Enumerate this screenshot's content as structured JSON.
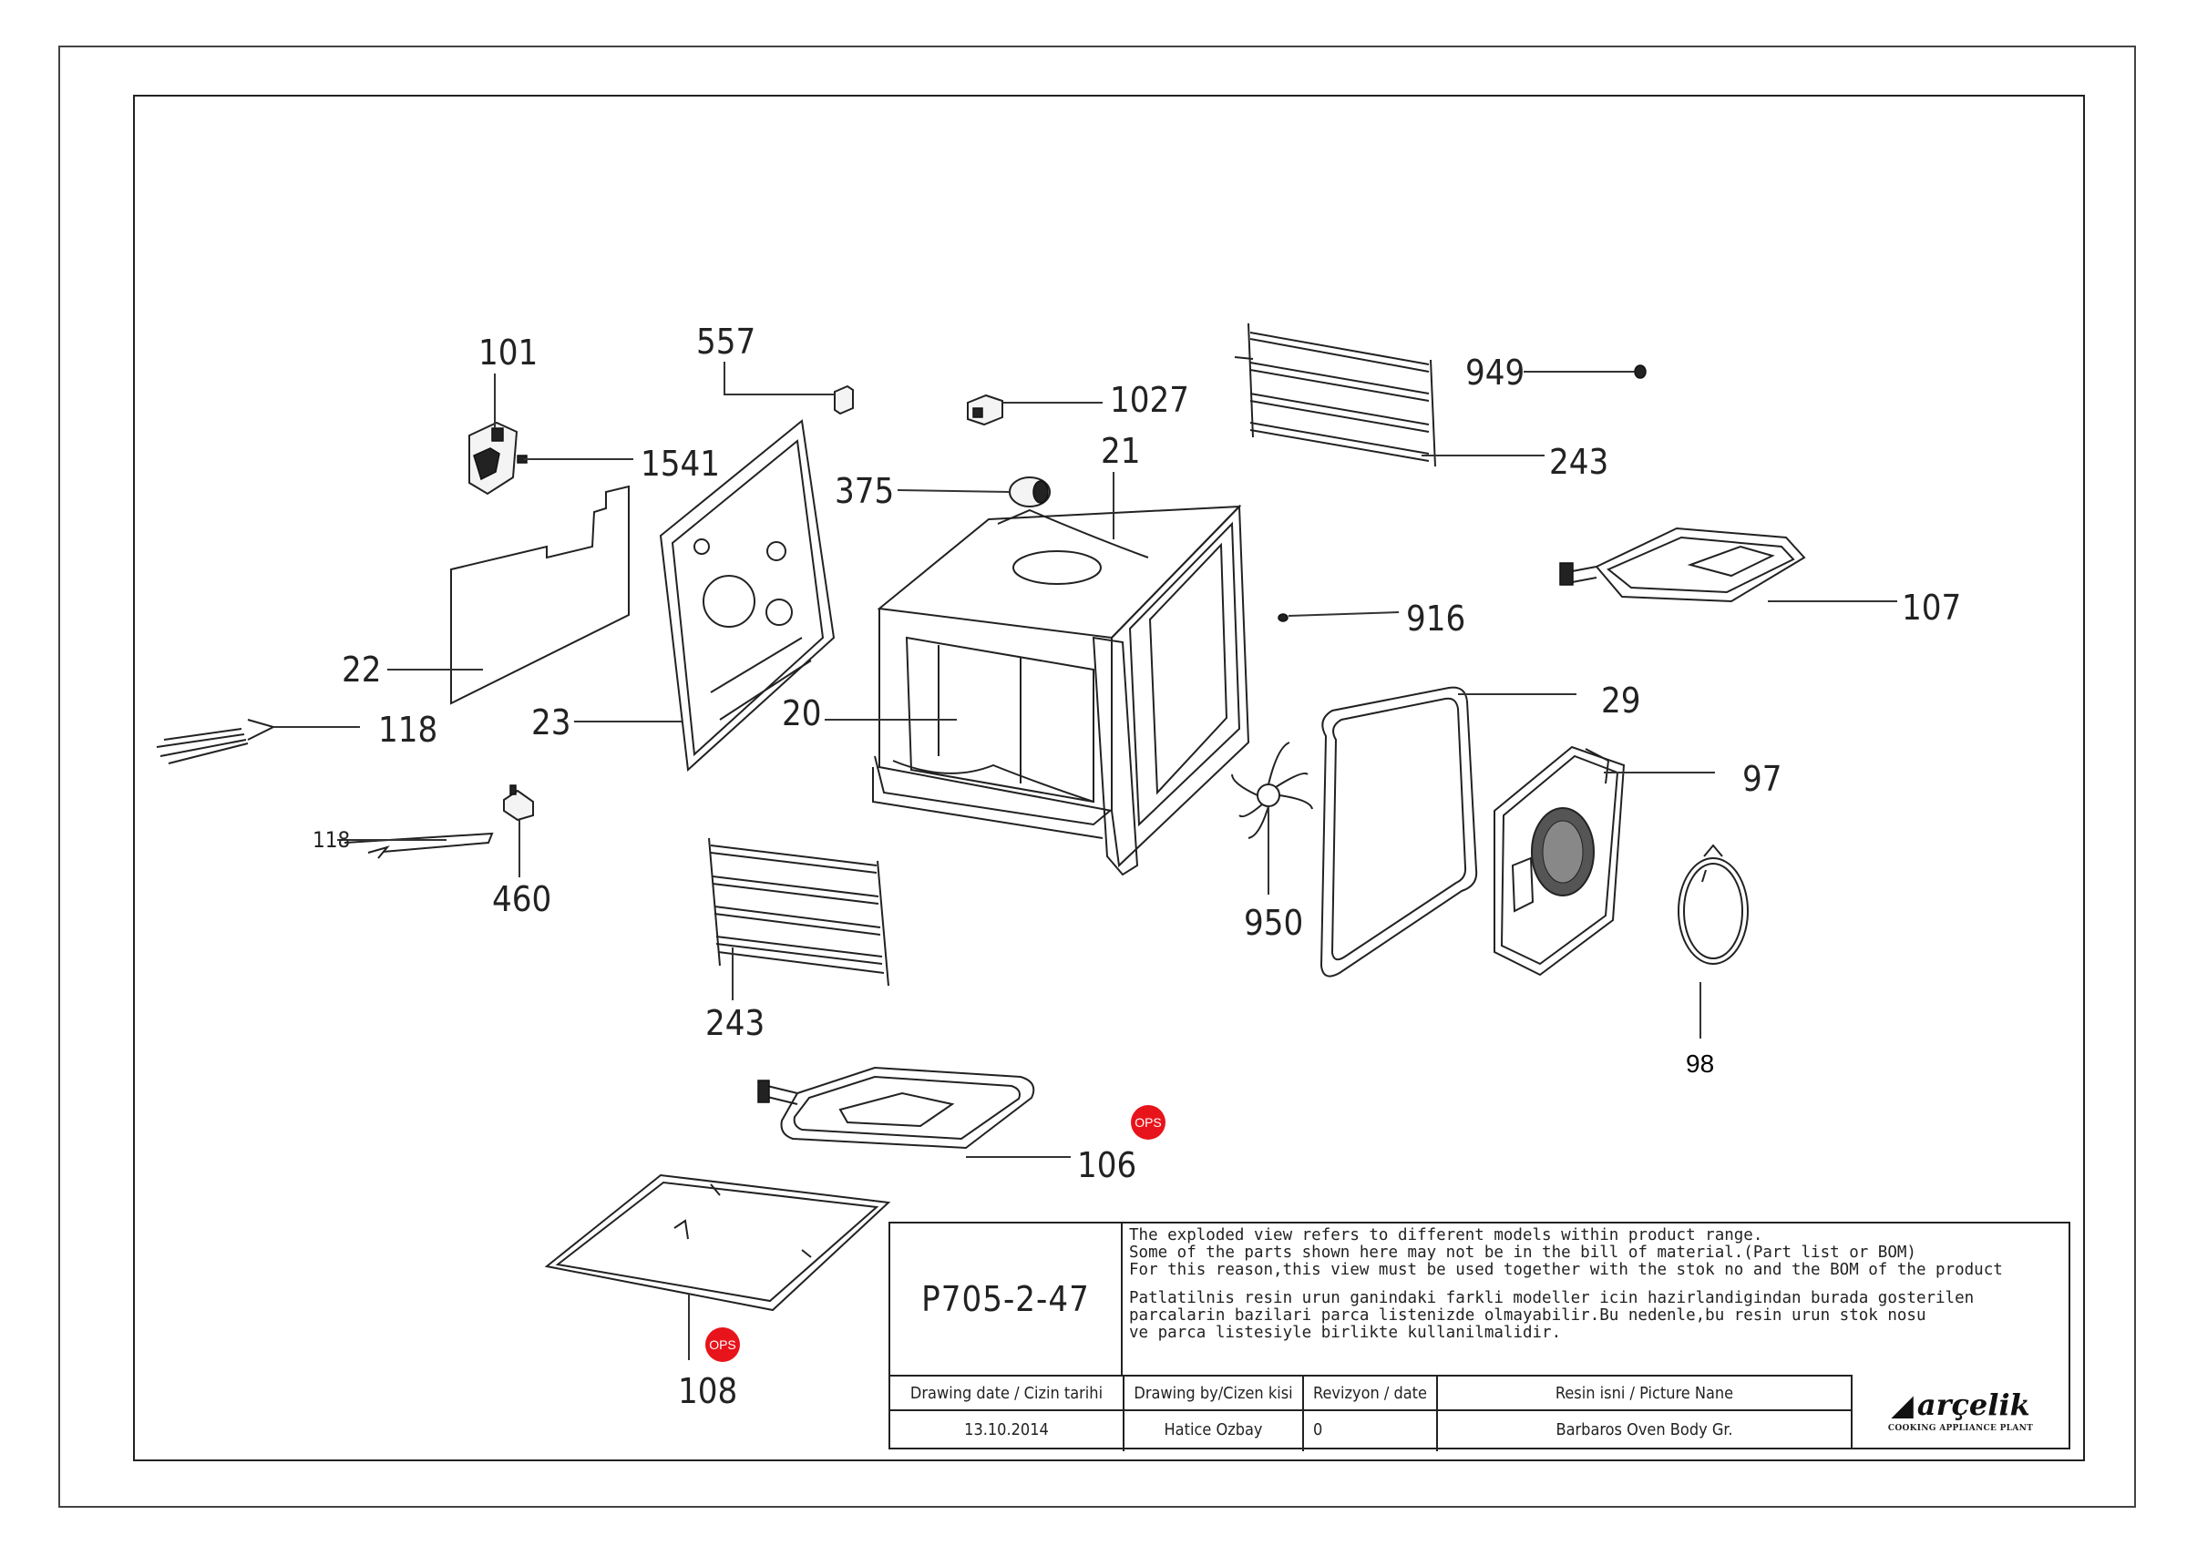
{
  "callouts": {
    "c101": "101",
    "c1541": "1541",
    "c557": "557",
    "c1027": "1027",
    "c949": "949",
    "c21": "21",
    "c375": "375",
    "c243a": "243",
    "c107": "107",
    "c916": "916",
    "c22": "22",
    "c23": "23",
    "c118a": "118",
    "c20": "20",
    "c29": "29",
    "c97": "97",
    "c118b": "118",
    "c460": "460",
    "c950": "950",
    "c243b": "243",
    "c98": "98",
    "c106": "106",
    "c108": "108"
  },
  "ops_badges": [
    "OPS",
    "OPS"
  ],
  "title_block": {
    "code": "P705-2-47",
    "notes_en": [
      "The exploded view refers to different models within product range.",
      "Some of the parts shown here may not be in the bill of material.(Part list or BOM)",
      "For this reason,this view must be used together with the stok no and the BOM of the product"
    ],
    "notes_tr": [
      "Patlatilnis resin urun ganindaki farkli modeller icin hazirlandigindan burada gosterilen",
      "parcalarin bazilari parca listenizde olmayabilir.Bu nedenle,bu resin urun stok nosu",
      "ve parca listesiyle birlikte kullanilmalidir."
    ],
    "headers": {
      "date": "Drawing date / Cizin tarihi",
      "author": "Drawing by/Cizen kisi",
      "revision": "Revizyon / date",
      "picture": "Resin isni / Picture Nane"
    },
    "values": {
      "date": "13.10.2014",
      "author": "Hatice Ozbay",
      "revision": "0",
      "picture": "Barbaros Oven Body Gr."
    },
    "logo": {
      "brand": "arçelik",
      "subtitle": "COOKING APPLIANCE PLANT"
    }
  }
}
